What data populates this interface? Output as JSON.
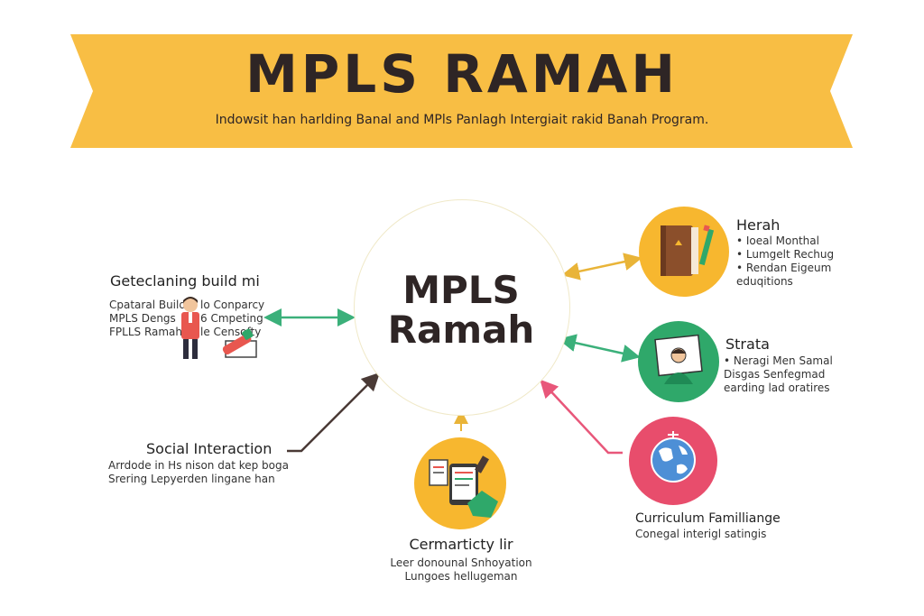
{
  "banner": {
    "title": "MPLS RAMAH",
    "subtitle": "Indowsit han harlding Banal and MPls Panlagh Intergiait rakid Banah Program."
  },
  "center": {
    "line1": "MPLS",
    "line2": "Ramah"
  },
  "colors": {
    "banner": "#f8be44",
    "orange": "#f7b72f",
    "green": "#2fa86a",
    "pink": "#e84d6c",
    "brown": "#4a3a36",
    "gold_line": "#e9b438",
    "green_line": "#3bb07a",
    "pink_line": "#e8577a"
  },
  "left_top": {
    "title": "Geteclaning build mi",
    "lines": [
      "Cpataral Buildt",
      "MPLS Dengs",
      "FPLLS Ramah"
    ],
    "right_lines": [
      "lo Conparcy",
      "6 Cmpeting",
      "le Censofty"
    ]
  },
  "left_bottom": {
    "title": "Social Interaction",
    "lines": [
      "Arrdode in Hs nison dat kep boga",
      "Srering Lepyerden lingane han"
    ]
  },
  "bottom": {
    "title": "Cermarticty lir",
    "lines": [
      "Leer donounal Snhoyation",
      "Lungoes hellugeman"
    ]
  },
  "right_top": {
    "title": "Herah",
    "lines": [
      "• Ioeal Monthal",
      "• Lumgelt Rechug",
      "• Rendan Eigeum",
      "eduqitions"
    ]
  },
  "right_mid": {
    "title": "Strata",
    "lines": [
      "• Neragi Men Samal",
      "Disgas Senfegmad",
      "earding lad oratires"
    ]
  },
  "right_bottom": {
    "title": "Curriculum Familliange",
    "lines": [
      "Conegal interigl satingis"
    ]
  },
  "icons": [
    "student-icon",
    "paint-tool-icon",
    "tablet-icon",
    "book-icon",
    "person-paper-icon",
    "globe-icon"
  ]
}
